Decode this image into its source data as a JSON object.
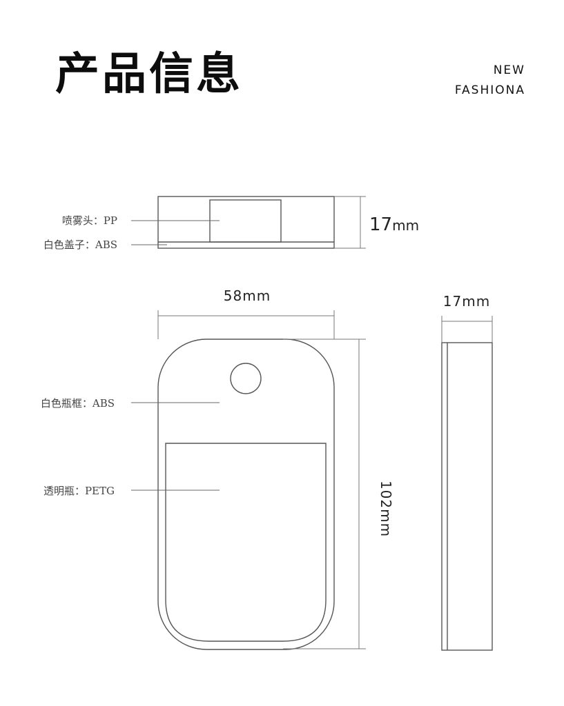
{
  "header": {
    "title": "产品信息",
    "brand_line1": "NEW",
    "brand_line2": "FASHIONA"
  },
  "top_view": {
    "label_nozzle": "喷雾头：PP",
    "label_cap": "白色盖子：ABS",
    "dim_height": "17",
    "dim_height_unit": "mm"
  },
  "front_view": {
    "dim_width": "58mm",
    "dim_height": "102mm",
    "label_frame": "白色瓶框：ABS",
    "label_bottle": "透明瓶：PETG"
  },
  "side_view": {
    "dim_depth": "17mm"
  },
  "colors": {
    "line": "#555555",
    "text": "#111111"
  }
}
